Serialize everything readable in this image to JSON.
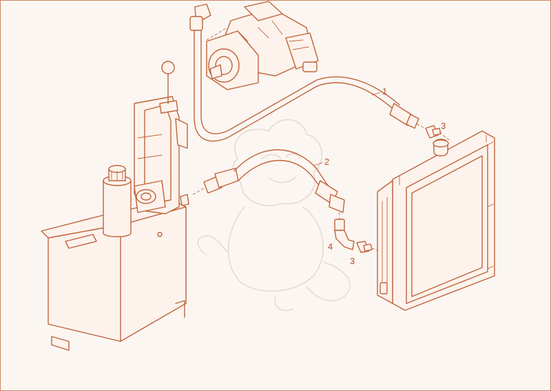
{
  "callouts": [
    {
      "id": "1",
      "text": "1"
    },
    {
      "id": "2",
      "text": "2"
    },
    {
      "id": "3a",
      "text": "3"
    },
    {
      "id": "4",
      "text": "4"
    },
    {
      "id": "3b",
      "text": "3"
    }
  ],
  "colors": {
    "line": "#c0623a",
    "background": "#fbf6f2",
    "border": "#c98560",
    "watermark": "#e8d9cf"
  }
}
